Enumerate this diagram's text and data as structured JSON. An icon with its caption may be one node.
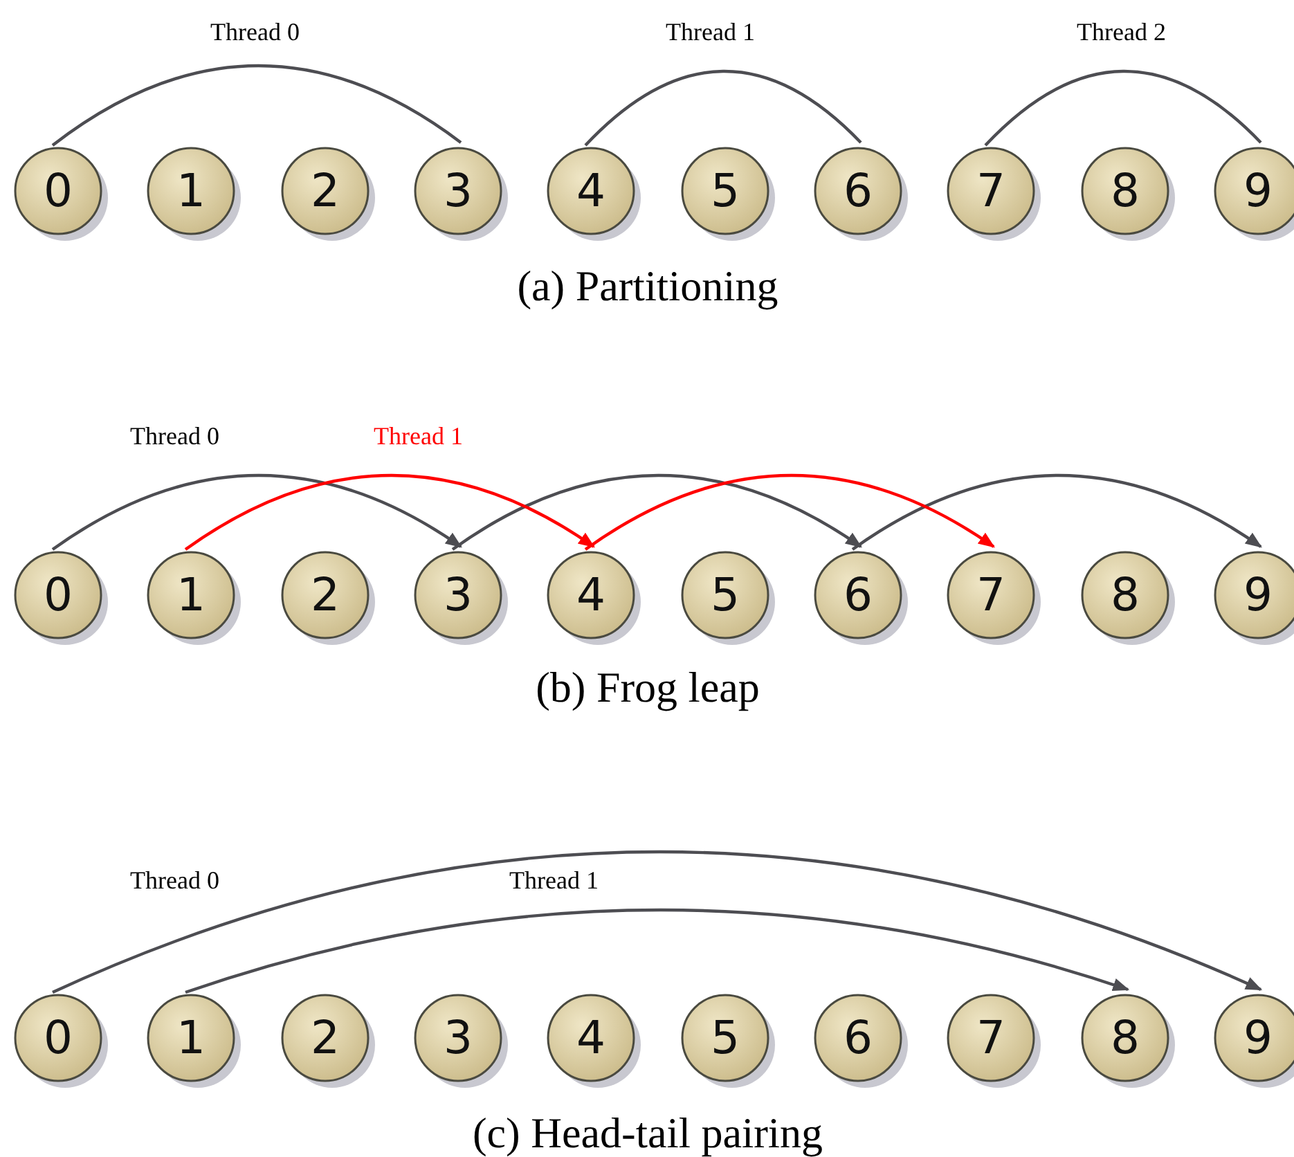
{
  "diagram": {
    "nodes": [
      {
        "text": [
          "0"
        ]
      },
      {
        "text": [
          "1"
        ]
      },
      {
        "text": [
          "2"
        ]
      },
      {
        "text": [
          "3"
        ]
      },
      {
        "text": [
          "4"
        ]
      },
      {
        "text": [
          "5"
        ]
      },
      {
        "text": [
          "6"
        ]
      },
      {
        "text": [
          "7"
        ]
      },
      {
        "text": [
          "8"
        ]
      },
      {
        "text": [
          "9"
        ]
      },
      {
        "text": [
          "0"
        ]
      },
      {
        "text": [
          "1"
        ]
      },
      {
        "text": [
          "2"
        ]
      },
      {
        "text": [
          "3"
        ]
      },
      {
        "text": [
          "4"
        ]
      },
      {
        "text": [
          "5"
        ]
      },
      {
        "text": [
          "6"
        ]
      },
      {
        "text": [
          "7"
        ]
      },
      {
        "text": [
          "8"
        ]
      },
      {
        "text": [
          "9"
        ]
      },
      {
        "text": [
          "0"
        ]
      },
      {
        "text": [
          "1"
        ]
      },
      {
        "text": [
          "2"
        ]
      },
      {
        "text": [
          "3"
        ]
      },
      {
        "text": [
          "4"
        ]
      },
      {
        "text": [
          "5"
        ]
      },
      {
        "text": [
          "6"
        ]
      },
      {
        "text": [
          "7"
        ]
      },
      {
        "text": [
          "8"
        ]
      },
      {
        "text": [
          "9"
        ]
      }
    ],
    "edges": [
      {
        "from": 0,
        "to": 3,
        "arrow": "none",
        "label": "Thread 0"
      },
      {
        "from": 4,
        "to": 6,
        "arrow": "none",
        "label": "Thread 1"
      },
      {
        "from": 7,
        "to": 9,
        "arrow": "none",
        "label": "Thread 2"
      },
      {
        "from": 10,
        "to": 13,
        "arrow": "to",
        "label": "Thread 0"
      },
      {
        "from": 13,
        "to": 16,
        "arrow": "to"
      },
      {
        "from": 16,
        "to": 19,
        "arrow": "to"
      },
      {
        "from": 11,
        "to": 14,
        "arrow": "to",
        "label": "Thread 1",
        "color": "#ff0000"
      },
      {
        "from": 14,
        "to": 17,
        "arrow": "to",
        "color": "#ff0000"
      },
      {
        "from": 20,
        "to": 29,
        "arrow": "to",
        "label": "Thread 0"
      },
      {
        "from": 21,
        "to": 28,
        "arrow": "to",
        "label": "Thread 1"
      }
    ],
    "labels": [
      "(a) Partitioning",
      "(b) Frog leap",
      "(c) Head-tail pairing"
    ]
  }
}
